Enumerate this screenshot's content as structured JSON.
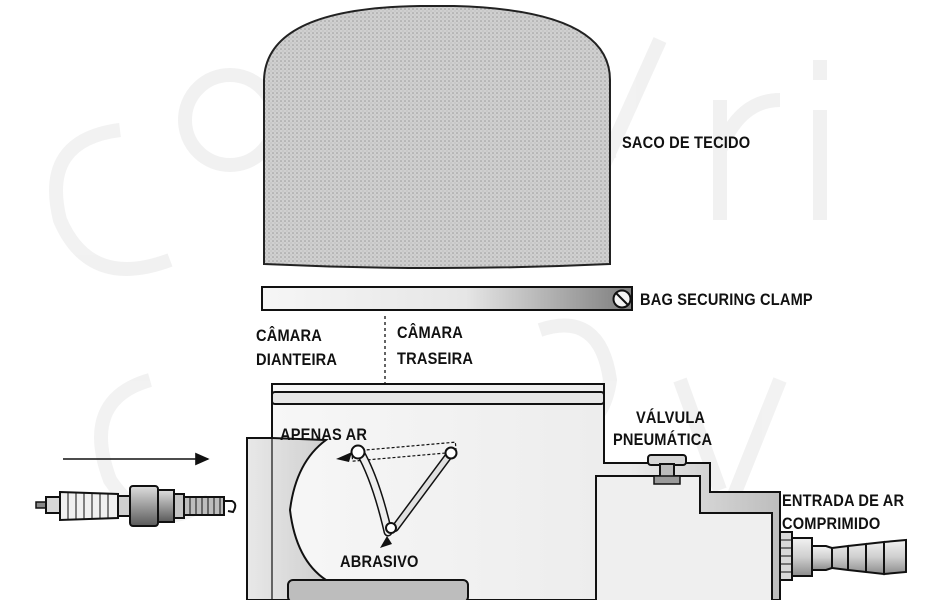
{
  "labels": {
    "fabric_bag": "SACO DE TECIDO",
    "clamp": "BAG SECURING CLAMP",
    "front_chamber_l1": "CÂMARA",
    "front_chamber_l2": "DIANTEIRA",
    "rear_chamber_l1": "CÂMARA",
    "rear_chamber_l2": "TRASEIRA",
    "air_only": "APENAS AR",
    "abrasive": "ABRASIVO",
    "air_valve_l1": "VÁLVULA",
    "air_valve_l2": "PNEUMÁTICA",
    "air_inlet_l1": "ENTRADA DE AR",
    "air_inlet_l2": "COMPRIMIDO"
  },
  "watermark": "Copyright",
  "colors": {
    "ink": "#111111",
    "bag_fill": "#c9c9c9",
    "metal_light": "#f2f2f2",
    "metal_dark": "#8a8a8a"
  }
}
